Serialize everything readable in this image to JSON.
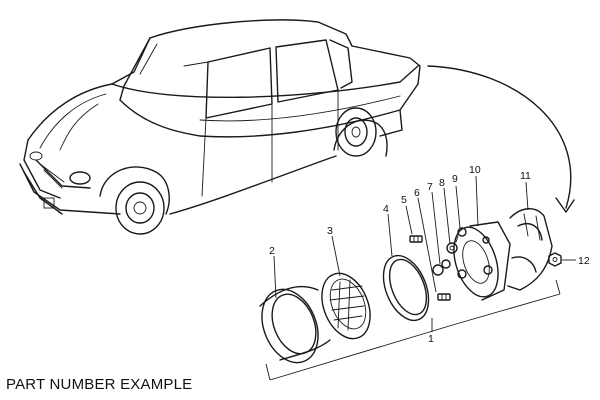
{
  "caption": "PART NUMBER EXAMPLE",
  "callouts": {
    "c1": "1",
    "c2": "2",
    "c3": "3",
    "c4": "4",
    "c5": "5",
    "c6": "6",
    "c7": "7",
    "c8": "8",
    "c9": "9",
    "c10": "10",
    "c11": "11",
    "c12": "12"
  }
}
